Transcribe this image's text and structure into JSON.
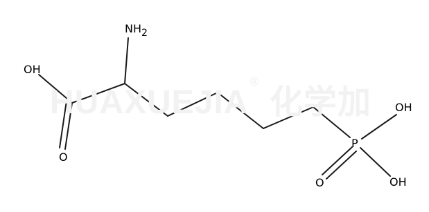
{
  "watermark": {
    "text": "HUAXUEJIA",
    "registered": "®",
    "cjk": "化学加"
  },
  "atoms": {
    "amine_n": "N",
    "amine_h": "H",
    "amine_sub": "2",
    "acid_oh": "OH",
    "carbonyl_o": "O",
    "phosphorus": "P",
    "p_oh_top": "OH",
    "p_oh_bottom": "OH",
    "p_double_o": "O"
  },
  "colors": {
    "bond": "#1a1a1a",
    "label": "#000000",
    "watermark": "#f2f2f2"
  }
}
